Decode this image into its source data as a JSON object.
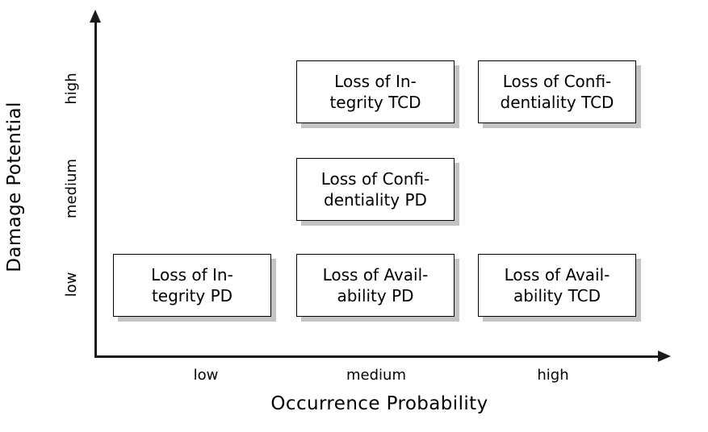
{
  "chart_data": {
    "type": "heatmap",
    "title": "",
    "xlabel": "Occurrence Probability",
    "ylabel": "Damage Potential",
    "x_categories": [
      "low",
      "medium",
      "high"
    ],
    "y_categories": [
      "low",
      "medium",
      "high"
    ],
    "grid": false,
    "legend": "none",
    "cells": [
      {
        "x": "medium",
        "y": "high",
        "label": "Loss of In-tegrity TCD",
        "line1": "Loss of In-",
        "line2": "tegrity TCD"
      },
      {
        "x": "high",
        "y": "high",
        "label": "Loss of Confi-dentiality TCD",
        "line1": "Loss of Confi-",
        "line2": "dentiality TCD"
      },
      {
        "x": "medium",
        "y": "medium",
        "label": "Loss of Confi-dentiality PD",
        "line1": "Loss of Confi-",
        "line2": "dentiality PD"
      },
      {
        "x": "low",
        "y": "low",
        "label": "Loss of In-tegrity PD",
        "line1": "Loss of In-",
        "line2": "tegrity PD"
      },
      {
        "x": "medium",
        "y": "low",
        "label": "Loss of Avail-ability PD",
        "line1": "Loss of Avail-",
        "line2": "ability PD"
      },
      {
        "x": "high",
        "y": "low",
        "label": "Loss of Avail-ability TCD",
        "line1": "Loss of Avail-",
        "line2": "ability TCD"
      }
    ]
  },
  "axes": {
    "y": {
      "title": "Damage Potential",
      "ticks": [
        {
          "label": "high"
        },
        {
          "label": "medium"
        },
        {
          "label": "low"
        }
      ]
    },
    "x": {
      "title": "Occurrence Probability",
      "ticks": [
        {
          "label": "low"
        },
        {
          "label": "medium"
        },
        {
          "label": "high"
        }
      ]
    }
  },
  "colors": {
    "axis": "#1a1a1a",
    "box_border": "#000000",
    "box_fill": "#ffffff",
    "box_shadow": "#c3c3c3",
    "text": "#000000",
    "background": "#ffffff"
  }
}
